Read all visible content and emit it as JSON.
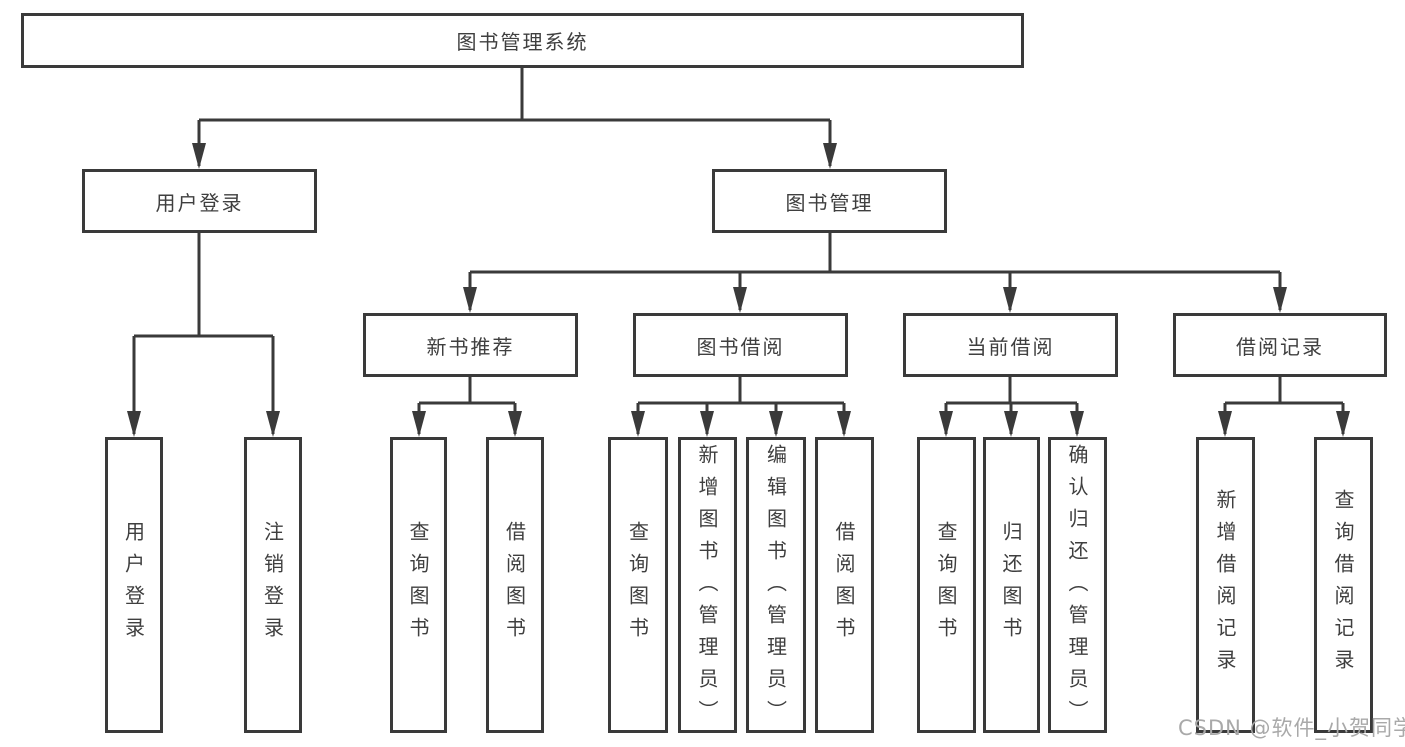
{
  "nodes": {
    "root": "图书管理系统",
    "level2": [
      "用户登录",
      "图书管理"
    ],
    "level3": [
      "新书推荐",
      "图书借阅",
      "当前借阅",
      "借阅记录"
    ],
    "login_children": [
      "用户登录",
      "注销登录"
    ],
    "recommend_children": [
      "查询图书",
      "借阅图书"
    ],
    "borrow_children": [
      "查询图书",
      "新增图书（管理员）",
      "编辑图书（管理员）",
      "借阅图书"
    ],
    "current_children": [
      "查询图书",
      "归还图书",
      "确认归还（管理员）"
    ],
    "records_children": [
      "新增借阅记录",
      "查询借阅记录"
    ]
  },
  "watermark": "CSDN @软件_小贺同学",
  "colors": {
    "line": "#3a3a3a",
    "text": "#3f3f3f",
    "watermark": "#a9a9a9",
    "background": "#ffffff"
  }
}
